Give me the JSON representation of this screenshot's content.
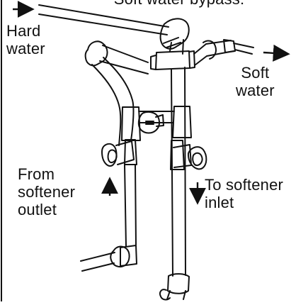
{
  "labels": {
    "top_partial": "Soft water bypass:",
    "hard_water": "Hard\nwater",
    "soft_water": "Soft\nwater",
    "from_outlet": "From\nsoftener\noutlet",
    "to_inlet": "To softener\ninlet"
  },
  "colors": {
    "line": "#111111",
    "background": "#ffffff"
  },
  "icons": {
    "hard_water_arrow": "arrow-right",
    "soft_water_arrow": "arrow-right",
    "from_outlet_arrow": "arrow-up",
    "to_inlet_arrow": "arrow-down"
  }
}
